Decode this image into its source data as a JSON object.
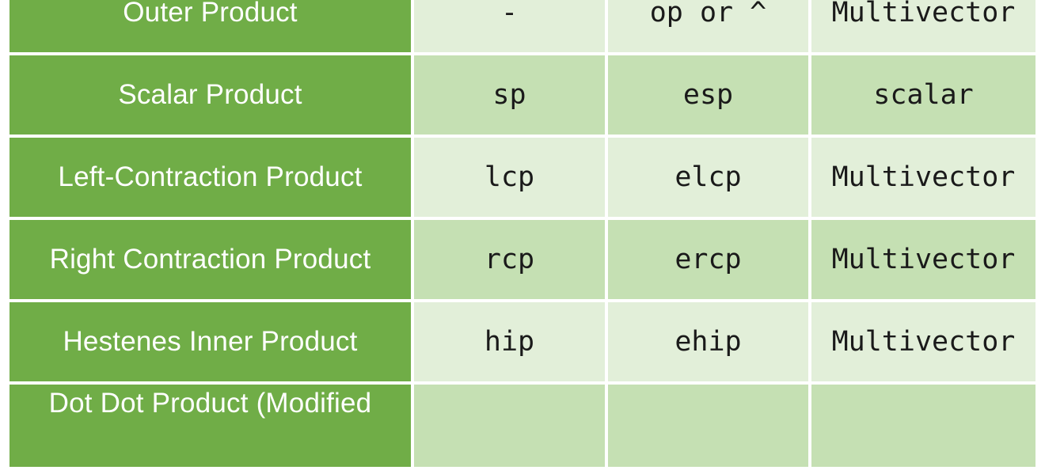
{
  "table": {
    "rows": [
      {
        "product": "Outer Product",
        "function": "-",
        "euclidean": "op or ^",
        "returns": "Multivector"
      },
      {
        "product": "Scalar Product",
        "function": "sp",
        "euclidean": "esp",
        "returns": "scalar"
      },
      {
        "product": "Left-Contraction Product",
        "function": "lcp",
        "euclidean": "elcp",
        "returns": "Multivector"
      },
      {
        "product": "Right Contraction Product",
        "function": "rcp",
        "euclidean": "ercp",
        "returns": "Multivector"
      },
      {
        "product": "Hestenes Inner Product",
        "function": "hip",
        "euclidean": "ehip",
        "returns": "Multivector"
      },
      {
        "product": "Dot Dot Product (Modified",
        "function": "",
        "euclidean": "",
        "returns": ""
      }
    ]
  },
  "colors": {
    "header_column": "#70ad47",
    "row_light": "#e2efd9",
    "row_dark": "#c5e0b3",
    "text_on_green": "#ffffff"
  }
}
